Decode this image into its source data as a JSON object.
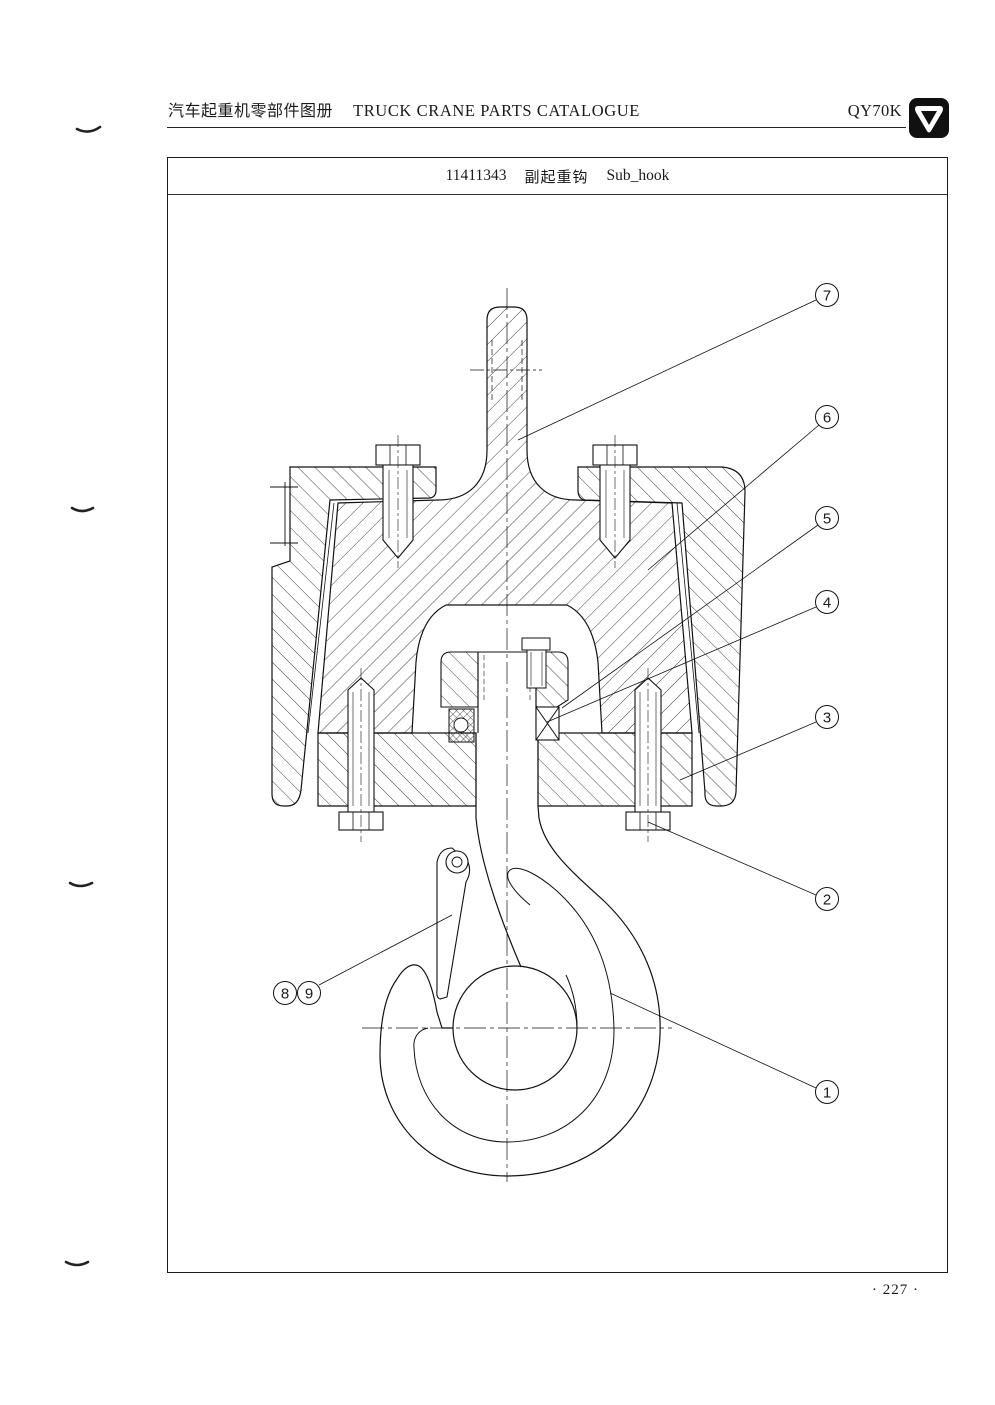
{
  "header": {
    "title_cn": "汽车起重机零部件图册",
    "title_en": "TRUCK CRANE PARTS CATALOGUE",
    "model": "QY70K"
  },
  "drawing": {
    "part_number": "11411343",
    "name_cn": "副起重钩",
    "name_en": "Sub_hook"
  },
  "callouts": [
    "7",
    "6",
    "5",
    "4",
    "3",
    "2",
    "1",
    "8",
    "9"
  ],
  "page_number": "· 227 ·",
  "colors": {
    "ink": "#1a1a1a",
    "paper": "#ffffff"
  },
  "icons": {
    "logo": "brand-logo-icon"
  }
}
